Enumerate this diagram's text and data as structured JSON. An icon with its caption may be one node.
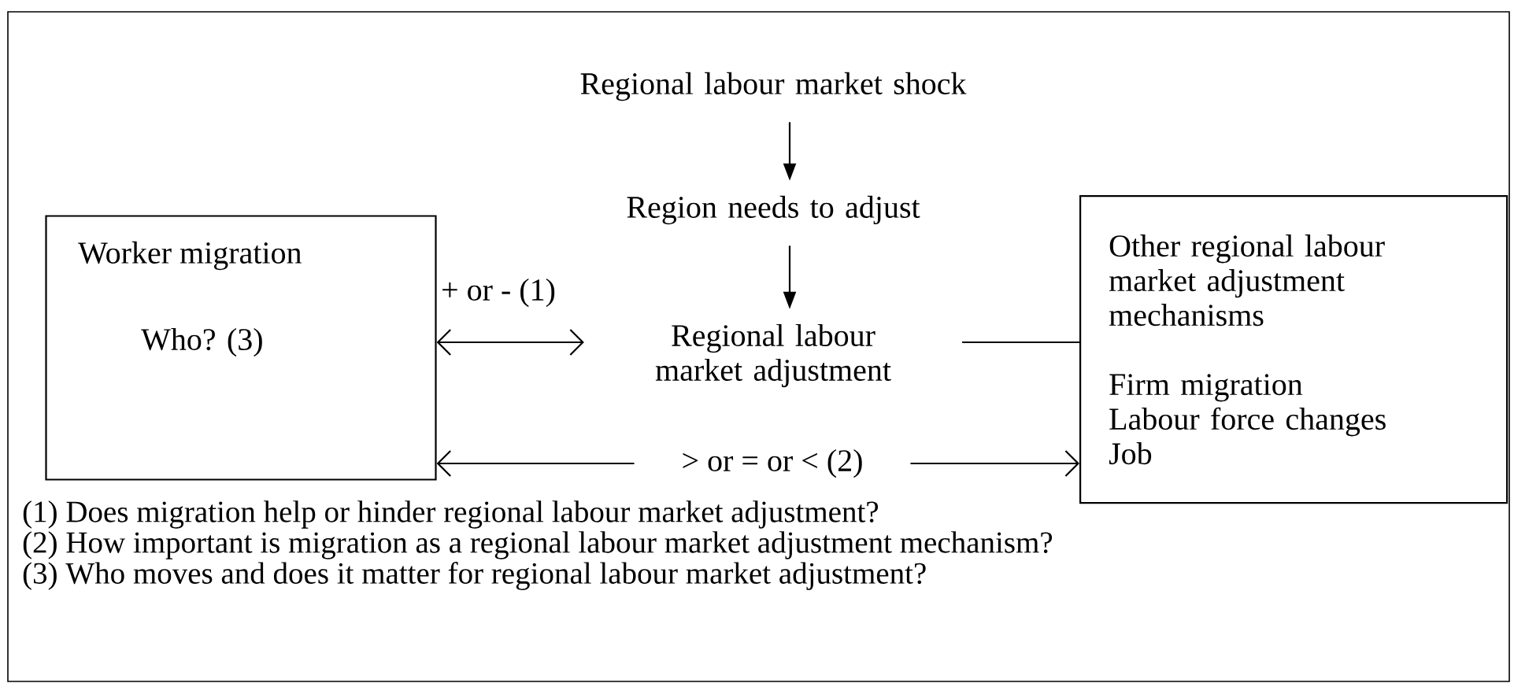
{
  "diagram": {
    "nodes": [
      {
        "text": [
          "Regional labour market shock"
        ]
      },
      {
        "text": [
          "Region needs to adjust"
        ]
      },
      {
        "text": [
          "Regional labour market adjustment"
        ]
      },
      {
        "text": [
          "Worker migration",
          "Who? (3)"
        ]
      },
      {
        "text": [
          "Other regional labour market adjustment mechanisms",
          "Firm migration",
          "Labour force changes",
          "Job"
        ]
      }
    ],
    "edges": [
      {
        "from": 0,
        "to": 1,
        "arrow": "to"
      },
      {
        "from": 1,
        "to": 2,
        "arrow": "to"
      },
      {
        "from": 3,
        "to": 2,
        "arrow": "both",
        "label": "+ or - (1)"
      },
      {
        "from": 3,
        "to": 4,
        "arrow": "both",
        "label": "> or = or < (2)"
      },
      {
        "from": 2,
        "to": 4,
        "arrow": "none"
      }
    ],
    "labels": [
      "(1) Does migration help or hinder regional labour market adjustment?",
      "(2) How important is migration as a regional labour market adjustment mechanism?",
      "(3) Who moves and does it matter for regional labour market adjustment?"
    ]
  }
}
